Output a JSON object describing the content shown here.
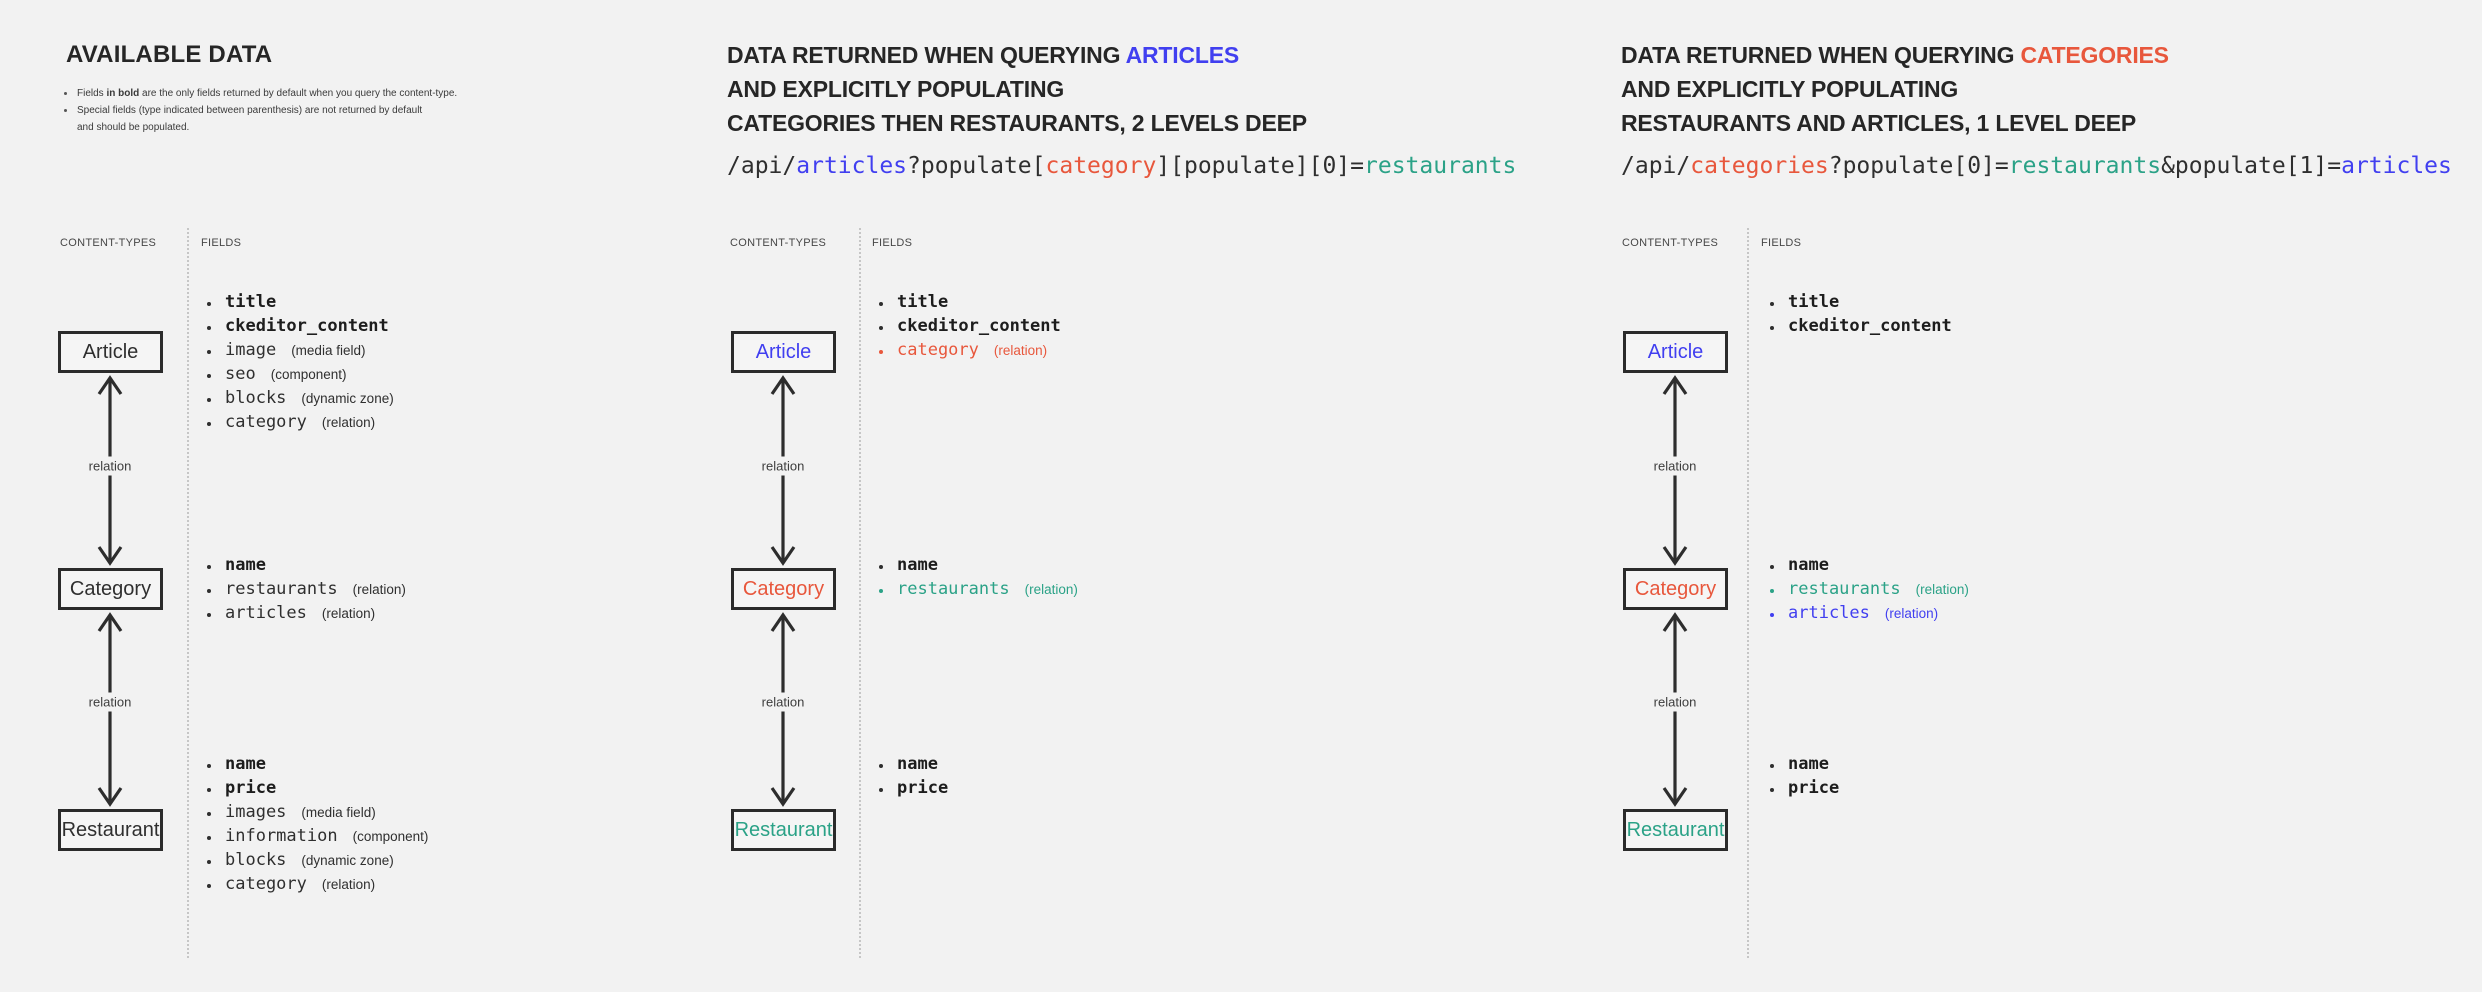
{
  "colors": {
    "background": "#f2f2f2",
    "text_dark": "#2f2f2f",
    "accent_blue": "#413ff0",
    "accent_red": "#e8573c",
    "accent_teal": "#2ba287",
    "box_border": "#2b2b2b",
    "divider_dots": "#c6c6c6"
  },
  "shared": {
    "relation_label": "relation",
    "column_labels": {
      "content_types": "CONTENT-TYPES",
      "fields": "FIELDS"
    }
  },
  "panels": [
    {
      "title": "AVAILABLE DATA",
      "notes": [
        {
          "lead": "Fields ",
          "bold": "in bold",
          "rest": " are the only fields returned by default when you query the content-type."
        },
        {
          "line1": "Special fields (type indicated between parenthesis) are not returned by default",
          "line2": "and should be populated."
        }
      ],
      "types": [
        {
          "name": "Article",
          "fields": [
            {
              "name": "title",
              "type": ""
            },
            {
              "name": "ckeditor_content",
              "type": ""
            },
            {
              "name": "image",
              "type": "(media field)"
            },
            {
              "name": "seo",
              "type": "(component)"
            },
            {
              "name": "blocks",
              "type": "(dynamic zone)"
            },
            {
              "name": "category",
              "type": "(relation)"
            }
          ]
        },
        {
          "name": "Category",
          "fields": [
            {
              "name": "name",
              "type": ""
            },
            {
              "name": "restaurants",
              "type": "(relation)"
            },
            {
              "name": "articles",
              "type": "(relation)"
            }
          ]
        },
        {
          "name": "Restaurant",
          "fields": [
            {
              "name": "name",
              "type": ""
            },
            {
              "name": "price",
              "type": ""
            },
            {
              "name": "images",
              "type": "(media field)"
            },
            {
              "name": "information",
              "type": "(component)"
            },
            {
              "name": "blocks",
              "type": "(dynamic zone)"
            },
            {
              "name": "category",
              "type": "(relation)"
            }
          ]
        }
      ]
    },
    {
      "heading": {
        "line1_plain": "DATA RETURNED WHEN QUERYING ",
        "line1_highlight": "ARTICLES",
        "line2": "AND EXPLICITLY POPULATING",
        "line3": "CATEGORIES THEN RESTAURANTS, 2 LEVELS DEEP"
      },
      "code": {
        "segments": [
          {
            "text": "/api/"
          },
          {
            "text": "articles"
          },
          {
            "text": "?populate["
          },
          {
            "text": "category"
          },
          {
            "text": "][populate][0]="
          },
          {
            "text": "restaurants"
          }
        ]
      },
      "types": [
        {
          "name": "Article",
          "fields": [
            {
              "name": "title",
              "type": ""
            },
            {
              "name": "ckeditor_content",
              "type": ""
            },
            {
              "name": "category",
              "type": "(relation)"
            }
          ]
        },
        {
          "name": "Category",
          "fields": [
            {
              "name": "name",
              "type": ""
            },
            {
              "name": "restaurants",
              "type": "(relation)"
            }
          ]
        },
        {
          "name": "Restaurant",
          "fields": [
            {
              "name": "name",
              "type": ""
            },
            {
              "name": "price",
              "type": ""
            }
          ]
        }
      ]
    },
    {
      "heading": {
        "line1_plain": "DATA RETURNED WHEN QUERYING ",
        "line1_highlight": "CATEGORIES",
        "line2": "AND EXPLICITLY POPULATING",
        "line3": "RESTAURANTS AND ARTICLES, 1 LEVEL DEEP"
      },
      "code": {
        "segments": [
          {
            "text": "/api/"
          },
          {
            "text": "categories"
          },
          {
            "text": "?populate[0]="
          },
          {
            "text": "restaurants"
          },
          {
            "text": "&populate[1]="
          },
          {
            "text": "articles"
          }
        ]
      },
      "types": [
        {
          "name": "Article",
          "fields": [
            {
              "name": "title",
              "type": ""
            },
            {
              "name": "ckeditor_content",
              "type": ""
            }
          ]
        },
        {
          "name": "Category",
          "fields": [
            {
              "name": "name",
              "type": ""
            },
            {
              "name": "restaurants",
              "type": "(relation)"
            },
            {
              "name": "articles",
              "type": "(relation)"
            }
          ]
        },
        {
          "name": "Restaurant",
          "fields": [
            {
              "name": "name",
              "type": ""
            },
            {
              "name": "price",
              "type": ""
            }
          ]
        }
      ]
    }
  ]
}
